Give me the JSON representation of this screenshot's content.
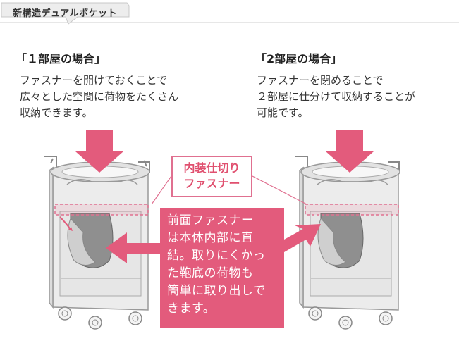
{
  "tab": {
    "title": "新構造デュアルポケット"
  },
  "left": {
    "title": "「１部屋の場合」",
    "body": "ファスナーを開けておくことで\n広々とした空間に荷物をたくさん\n収納できます。"
  },
  "right": {
    "title": "「2部屋の場合」",
    "body": "ファスナーを閉めることで\n２部屋に仕分けて収納することが\n可能です。"
  },
  "label": {
    "text": "内装仕切り\nファスナー"
  },
  "callout": {
    "text": "前面ファスナー\nは本体内部に直\n結。取りにくかっ\nた鞄底の荷物も\n簡単に取り出しで\nきます。"
  },
  "colors": {
    "accent": "#e35b7c",
    "frame": "#e07090",
    "gray": "#999999"
  }
}
